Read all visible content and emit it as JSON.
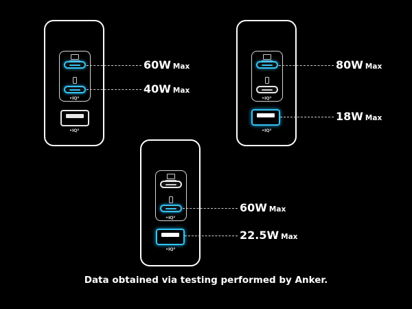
{
  "chargers": [
    {
      "name": "left",
      "ports": [
        {
          "type": "USB-C",
          "device": "laptop",
          "active": true,
          "watts": "60W",
          "suffix": "Max"
        },
        {
          "type": "USB-C",
          "device": "phone",
          "active": true,
          "watts": "40W",
          "suffix": "Max"
        },
        {
          "type": "USB-A",
          "active": false
        }
      ]
    },
    {
      "name": "right",
      "ports": [
        {
          "type": "USB-C",
          "device": "laptop",
          "active": true,
          "watts": "80W",
          "suffix": "Max"
        },
        {
          "type": "USB-C",
          "device": "phone",
          "active": false
        },
        {
          "type": "USB-A",
          "active": true,
          "watts": "18W",
          "suffix": "Max"
        }
      ]
    },
    {
      "name": "bottom",
      "ports": [
        {
          "type": "USB-C",
          "device": "laptop",
          "active": false
        },
        {
          "type": "USB-C",
          "device": "phone",
          "active": true,
          "watts": "60W",
          "suffix": "Max"
        },
        {
          "type": "USB-A",
          "active": true,
          "watts": "22.5W",
          "suffix": "Max"
        }
      ]
    }
  ],
  "iq_label": "•IQ³",
  "footer": "Data obtained via testing performed by Anker.",
  "colors": {
    "background": "#000000",
    "outline": "#ffffff",
    "active_port": "#34c3f0"
  }
}
